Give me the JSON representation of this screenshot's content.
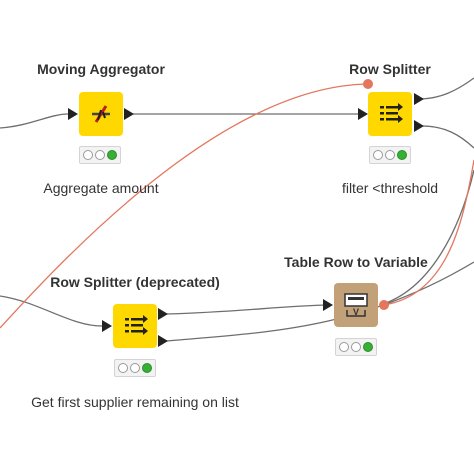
{
  "colors": {
    "connection": "#6e6e6e",
    "flow_variable": "#e4765d",
    "node_yellow": "#ffd800",
    "node_brown": "#c2a078",
    "status_green": "#35b035"
  },
  "nodes": [
    {
      "id": "moving-aggregator",
      "title": "Moving Aggregator",
      "annotation": "Aggregate amount",
      "icon": "moving-aggregator-icon",
      "status": [
        "inactive",
        "inactive",
        "executed"
      ]
    },
    {
      "id": "row-splitter",
      "title": "Row Splitter",
      "annotation": "filter <threshold",
      "icon": "row-splitter-icon",
      "status": [
        "inactive",
        "inactive",
        "executed"
      ]
    },
    {
      "id": "row-splitter-deprecated",
      "title": "Row Splitter (deprecated)",
      "annotation": "Get first supplier remaining on list",
      "icon": "row-splitter-icon",
      "status": [
        "inactive",
        "inactive",
        "executed"
      ]
    },
    {
      "id": "table-row-to-variable",
      "title": "Table Row to Variable",
      "annotation": "",
      "icon": "table-row-to-variable-icon",
      "status": [
        "inactive",
        "inactive",
        "executed"
      ]
    }
  ]
}
